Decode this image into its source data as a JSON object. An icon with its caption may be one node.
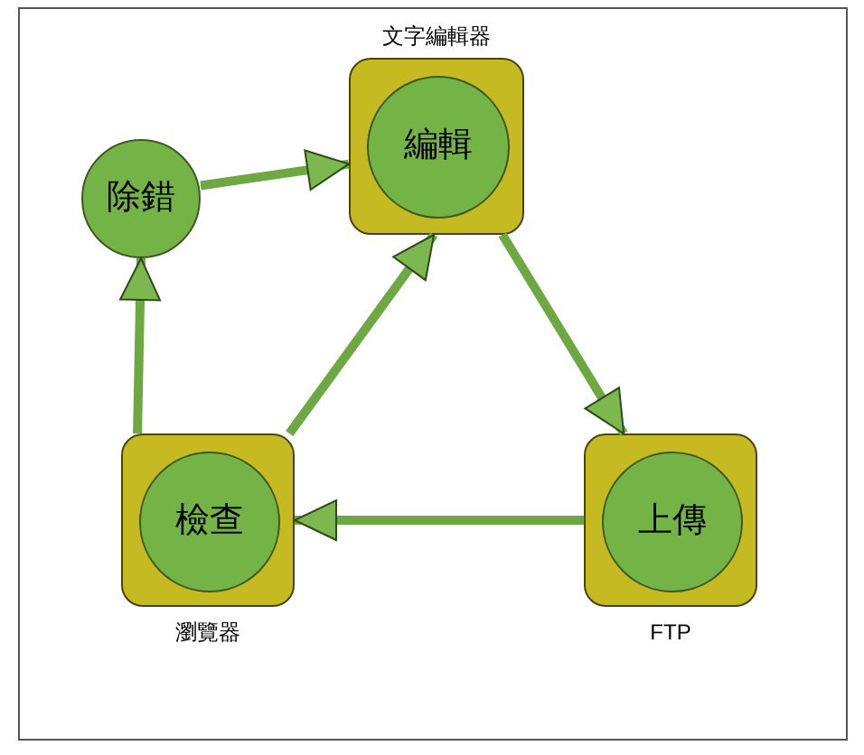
{
  "diagram": {
    "nodes": [
      {
        "text": [
          "除錯"
        ]
      },
      {
        "text": [
          "文字編輯器"
        ]
      },
      {
        "text": [
          "編輯"
        ],
        "in": 1
      },
      {
        "text": [
          "瀏覽器"
        ]
      },
      {
        "text": [
          "檢查"
        ],
        "in": 3
      },
      {
        "text": [
          "FTP"
        ]
      },
      {
        "text": [
          "上傳"
        ],
        "in": 5
      }
    ],
    "edges": [
      {
        "from": 0,
        "to": 1,
        "arrow": "to"
      },
      {
        "from": 1,
        "to": 5,
        "arrow": "to"
      },
      {
        "from": 5,
        "to": 3,
        "arrow": "to"
      },
      {
        "from": 3,
        "to": 1,
        "arrow": "to"
      },
      {
        "from": 3,
        "to": 0,
        "arrow": "to"
      }
    ]
  }
}
